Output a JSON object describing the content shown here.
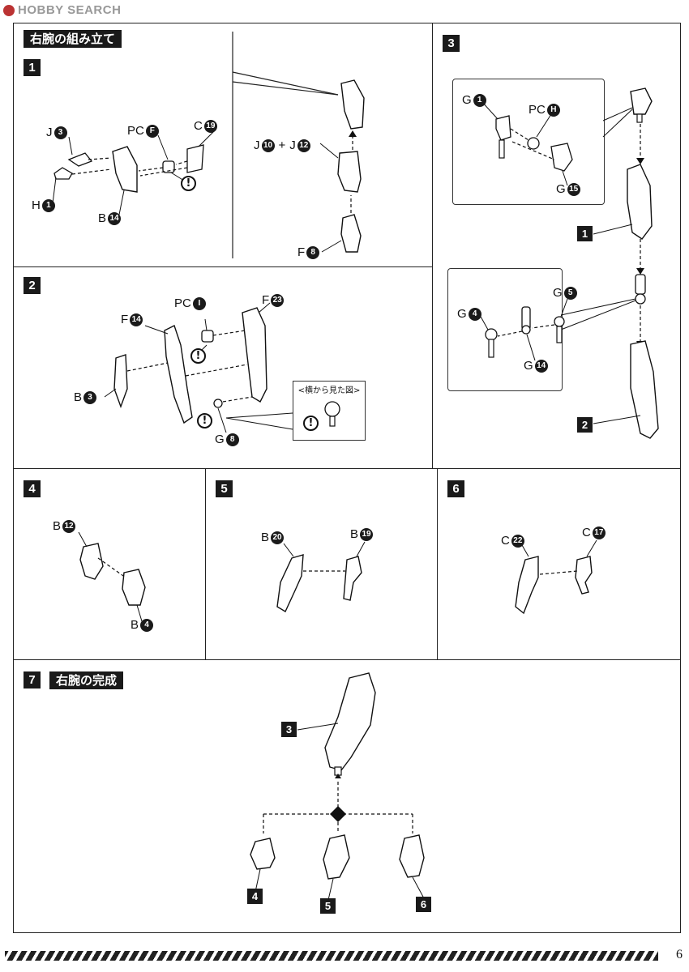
{
  "watermark": "HOBBY SEARCH",
  "page_number": "6",
  "section_title": "右腕の組み立て",
  "final_title": "右腕の完成",
  "side_view_caption": "<横から見た図>",
  "warning_glyph": "!",
  "steps": {
    "s1": "1",
    "s2": "2",
    "s3": "3",
    "s4": "4",
    "s5": "5",
    "s6": "6",
    "s7": "7"
  },
  "step1": {
    "j3": {
      "letter": "J",
      "num": "3"
    },
    "h1": {
      "letter": "H",
      "num": "1"
    },
    "pcf": {
      "letter": "PC",
      "num": "F"
    },
    "c19": {
      "letter": "C",
      "num": "19"
    },
    "b14": {
      "letter": "B",
      "num": "14"
    },
    "j10": {
      "letter": "J",
      "num": "10"
    },
    "plus": "+",
    "j12": {
      "letter": "J",
      "num": "12"
    },
    "f8": {
      "letter": "F",
      "num": "8"
    }
  },
  "step2": {
    "pci": {
      "letter": "PC",
      "num": "I"
    },
    "f14": {
      "letter": "F",
      "num": "14"
    },
    "f23": {
      "letter": "F",
      "num": "23"
    },
    "b3": {
      "letter": "B",
      "num": "3"
    },
    "g8": {
      "letter": "G",
      "num": "8"
    }
  },
  "step3": {
    "g1": {
      "letter": "G",
      "num": "1"
    },
    "pch": {
      "letter": "PC",
      "num": "H"
    },
    "g15": {
      "letter": "G",
      "num": "15"
    },
    "ref1": "1",
    "g5": {
      "letter": "G",
      "num": "5"
    },
    "g4": {
      "letter": "G",
      "num": "4"
    },
    "g14": {
      "letter": "G",
      "num": "14"
    },
    "ref2": "2"
  },
  "step4": {
    "b12": {
      "letter": "B",
      "num": "12"
    },
    "b4": {
      "letter": "B",
      "num": "4"
    }
  },
  "step5": {
    "b20": {
      "letter": "B",
      "num": "20"
    },
    "b19": {
      "letter": "B",
      "num": "19"
    }
  },
  "step6": {
    "c22": {
      "letter": "C",
      "num": "22"
    },
    "c17": {
      "letter": "C",
      "num": "17"
    }
  },
  "step7": {
    "ref3": "3",
    "ref4": "4",
    "ref5": "5",
    "ref6": "6"
  }
}
